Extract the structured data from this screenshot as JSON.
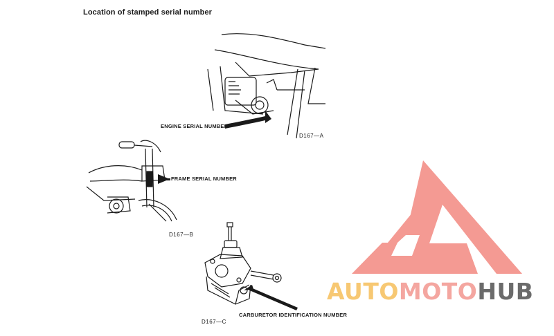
{
  "heading": "Location of stamped serial number",
  "figures": [
    {
      "label": "ENGINE SERIAL NUMBER",
      "code": "D167—A"
    },
    {
      "label": "FRAME SERIAL NUMBER",
      "code": "D167—B"
    },
    {
      "label": "CARBURETOR IDENTIFICATION NUMBER",
      "code": "D167—C"
    }
  ],
  "watermark": {
    "part1": "AUTO",
    "part2": "MOTO",
    "part3": "HUB",
    "colors": {
      "yellow": "#f7c873",
      "salmon": "#f4a6a0",
      "gray": "#6b6b6b",
      "triangle": "#f49a93"
    }
  }
}
